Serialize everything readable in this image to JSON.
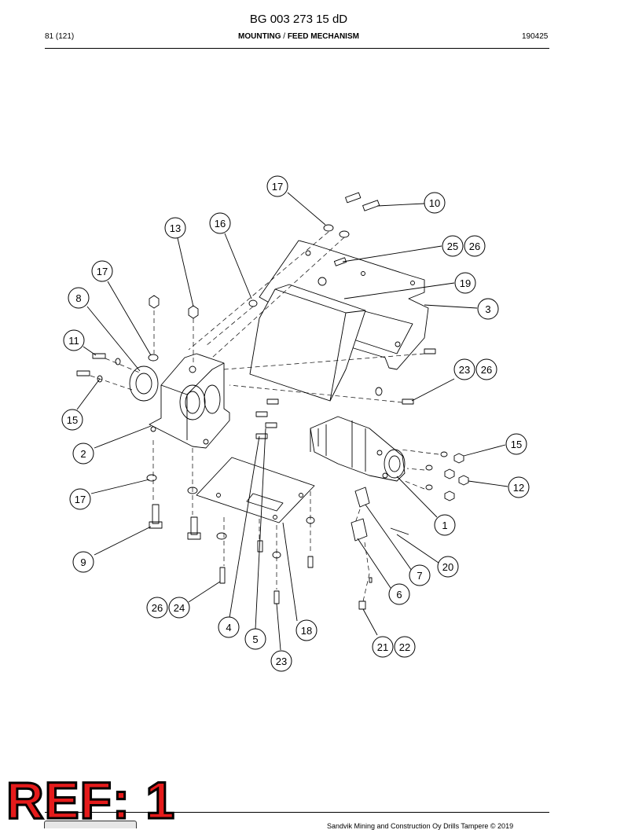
{
  "header": {
    "doc_number": "BG 003 273 15 dD",
    "page": "81 (121)",
    "section_left": "MOUNTING",
    "separator": "/",
    "section_right": "FEED MECHANISM",
    "date": "190425"
  },
  "callouts": {
    "c17a": "17",
    "c10": "10",
    "c16": "16",
    "c13": "13",
    "c25": "25",
    "c26a": "26",
    "c17b": "17",
    "c19": "19",
    "c8": "8",
    "c3": "3",
    "c11": "11",
    "c23a": "23",
    "c26b": "26",
    "c15a": "15",
    "c15b": "15",
    "c2": "2",
    "c12": "12",
    "c17c": "17",
    "c1": "1",
    "c9": "9",
    "c20": "20",
    "c7": "7",
    "c6": "6",
    "c26c": "26",
    "c24": "24",
    "c4": "4",
    "c18": "18",
    "c5": "5",
    "c21": "21",
    "c22": "22",
    "c23b": "23"
  },
  "footer": {
    "copyright": "Sandvik Mining and Construction Oy Drills Tampere © 2019",
    "ref_stamp": "REF: 1"
  },
  "colors": {
    "line": "#000000",
    "stamp_fill": "#e51b1b"
  }
}
